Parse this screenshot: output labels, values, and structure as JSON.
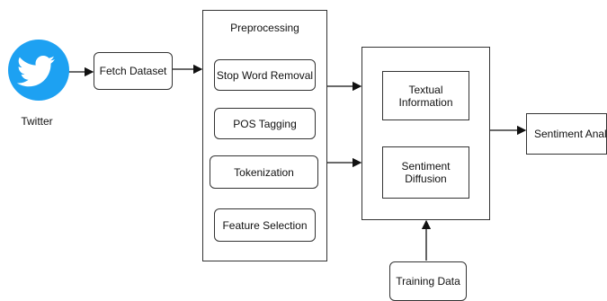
{
  "source": {
    "label": "Twitter",
    "icon": "twitter-bird-icon",
    "color": "#1DA1F2"
  },
  "fetch": {
    "label": "Fetch Dataset"
  },
  "preprocessing": {
    "title": "Preprocessing",
    "steps": [
      "Stop Word Removal",
      "POS Tagging",
      "Tokenization",
      "Feature Selection"
    ]
  },
  "model": {
    "items": [
      "Textual Information",
      "Sentiment Diffusion"
    ]
  },
  "training": {
    "label": "Training Data"
  },
  "output": {
    "label": "Sentiment Analysis"
  }
}
